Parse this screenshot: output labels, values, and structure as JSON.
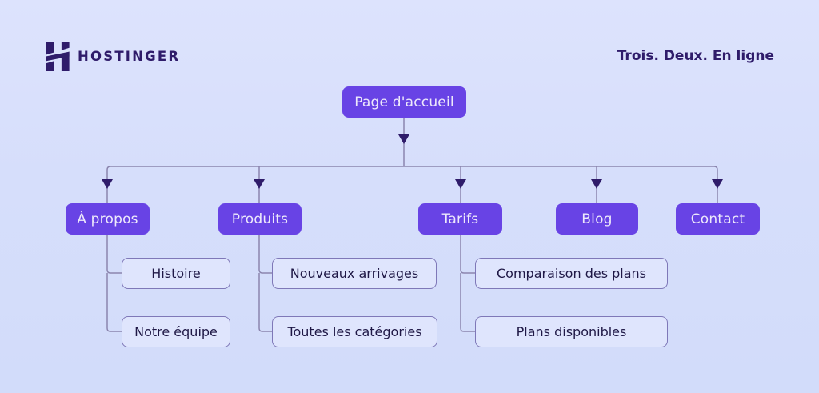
{
  "header": {
    "brand": "HOSTINGER",
    "tagline": "Trois. Deux. En ligne"
  },
  "sitemap": {
    "root": {
      "label": "Page d'accueil"
    },
    "sections": [
      {
        "label": "À propos",
        "children": [
          "Histoire",
          "Notre équipe"
        ]
      },
      {
        "label": "Produits",
        "children": [
          "Nouveaux arrivages",
          "Toutes les catégories"
        ]
      },
      {
        "label": "Tarifs",
        "children": [
          "Comparaison des plans",
          "Plans disponibles"
        ]
      },
      {
        "label": "Blog",
        "children": []
      },
      {
        "label": "Contact",
        "children": []
      }
    ]
  },
  "icons": {
    "logo": "hostinger-h-logo-icon"
  },
  "colors": {
    "background": "#D6DEFB",
    "node_purple": "#6843E5",
    "node_purple_text": "#EDE9FB",
    "leaf_fill": "#DFE5FD",
    "leaf_border": "#7F78B8",
    "leaf_text": "#1F1846",
    "connector_line": "#8B85AE",
    "arrowhead": "#2F1C6A",
    "brand_dark": "#2F1C6A"
  }
}
